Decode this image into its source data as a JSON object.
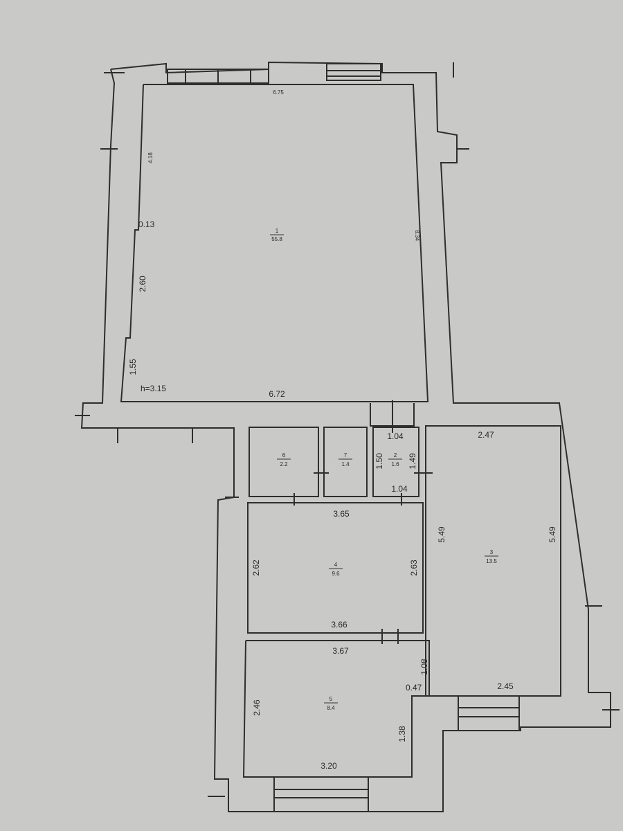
{
  "plan": {
    "height_note": "h=3.15",
    "rooms": [
      {
        "number": "1",
        "area": "55.8"
      },
      {
        "number": "2",
        "area": "1.6"
      },
      {
        "number": "3",
        "area": "13.5"
      },
      {
        "number": "4",
        "area": "9.6"
      },
      {
        "number": "5",
        "area": "8.4"
      },
      {
        "number": "6",
        "area": "2.2"
      },
      {
        "number": "7",
        "area": "1.4"
      }
    ],
    "dimensions": {
      "r1_top": "6.75",
      "r1_left_top": "4.18",
      "r1_jog": "0.13",
      "r1_left_mid": "2.60",
      "r1_left_bottom": "1.55",
      "r1_bottom": "6.72",
      "r1_right": "8.34",
      "r2_top": "1.04",
      "r2_bottom": "1.04",
      "r2_left": "1.50",
      "r2_right": "1.49",
      "r3_top": "2.47",
      "r3_bottom": "2.45",
      "r3_left": "5.49",
      "r3_right": "5.49",
      "r4_top": "3.65",
      "r4_bottom": "3.66",
      "r4_left": "2.62",
      "r4_right": "2.63",
      "r5_top": "3.67",
      "r5_right_top": "1.08",
      "r5_step": "0.47",
      "r5_right_bottom": "1.38",
      "r5_left": "2.46",
      "r5_bottom": "3.20"
    },
    "colors": {
      "paper": "#c9c9c7",
      "line": "#2e2e2e"
    }
  }
}
